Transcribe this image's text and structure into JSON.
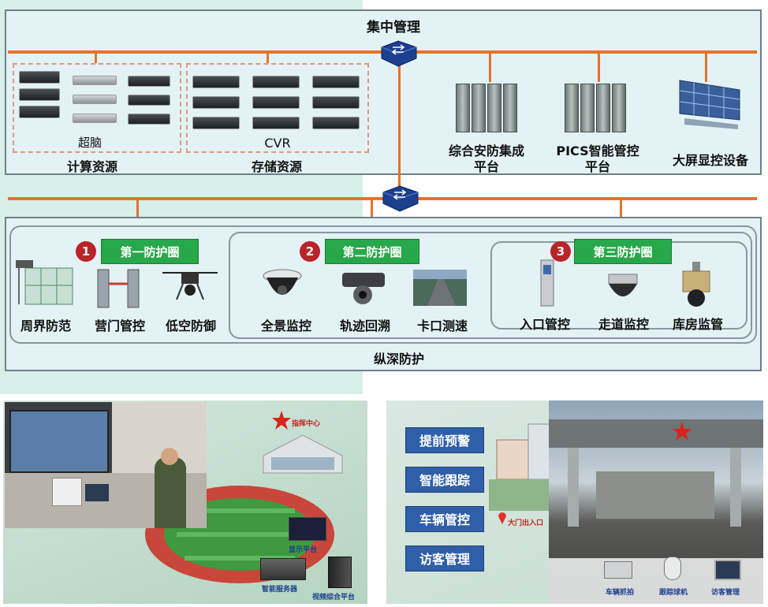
{
  "top_panel": {
    "title": "集中管理",
    "compute": {
      "sub_label": "超脑",
      "label": "计算资源"
    },
    "storage": {
      "sub_label": "CVR",
      "label": "存储资源"
    },
    "security_platform": {
      "line1": "综合安防集成",
      "line2": "平台"
    },
    "pics_platform": {
      "line1": "PICS智能管控",
      "line2": "平台"
    },
    "big_screen": {
      "label": "大屏显控设备"
    }
  },
  "bottom_panel": {
    "title": "纵深防护",
    "rings": [
      {
        "number": "1",
        "title": "第一防护圈",
        "items": [
          "周界防范",
          "营门管控",
          "低空防御"
        ]
      },
      {
        "number": "2",
        "title": "第二防护圈",
        "items": [
          "全景监控",
          "轨迹回溯",
          "卡口测速"
        ]
      },
      {
        "number": "3",
        "title": "第三防护圈",
        "items": [
          "入口管控",
          "走道监控",
          "库房监管"
        ]
      }
    ]
  },
  "scene_left": {
    "command_center": "指挥中心",
    "display_platform": "显示平台",
    "smart_server": "智能服务器",
    "video_platform": "视频综合平台"
  },
  "scene_right": {
    "menu": [
      "提前预警",
      "智能跟踪",
      "车辆管控",
      "访客管理"
    ],
    "gate_label": "大门出入口",
    "devices": [
      "车辆抓拍",
      "跟踪球机",
      "访客管理"
    ]
  },
  "colors": {
    "bus_line": "#e8712b",
    "panel_bg": "#e3f2f5",
    "ring_tag": "#27a84a",
    "ring_number": "#b8242a",
    "menu_button": "#2f5fa8"
  }
}
